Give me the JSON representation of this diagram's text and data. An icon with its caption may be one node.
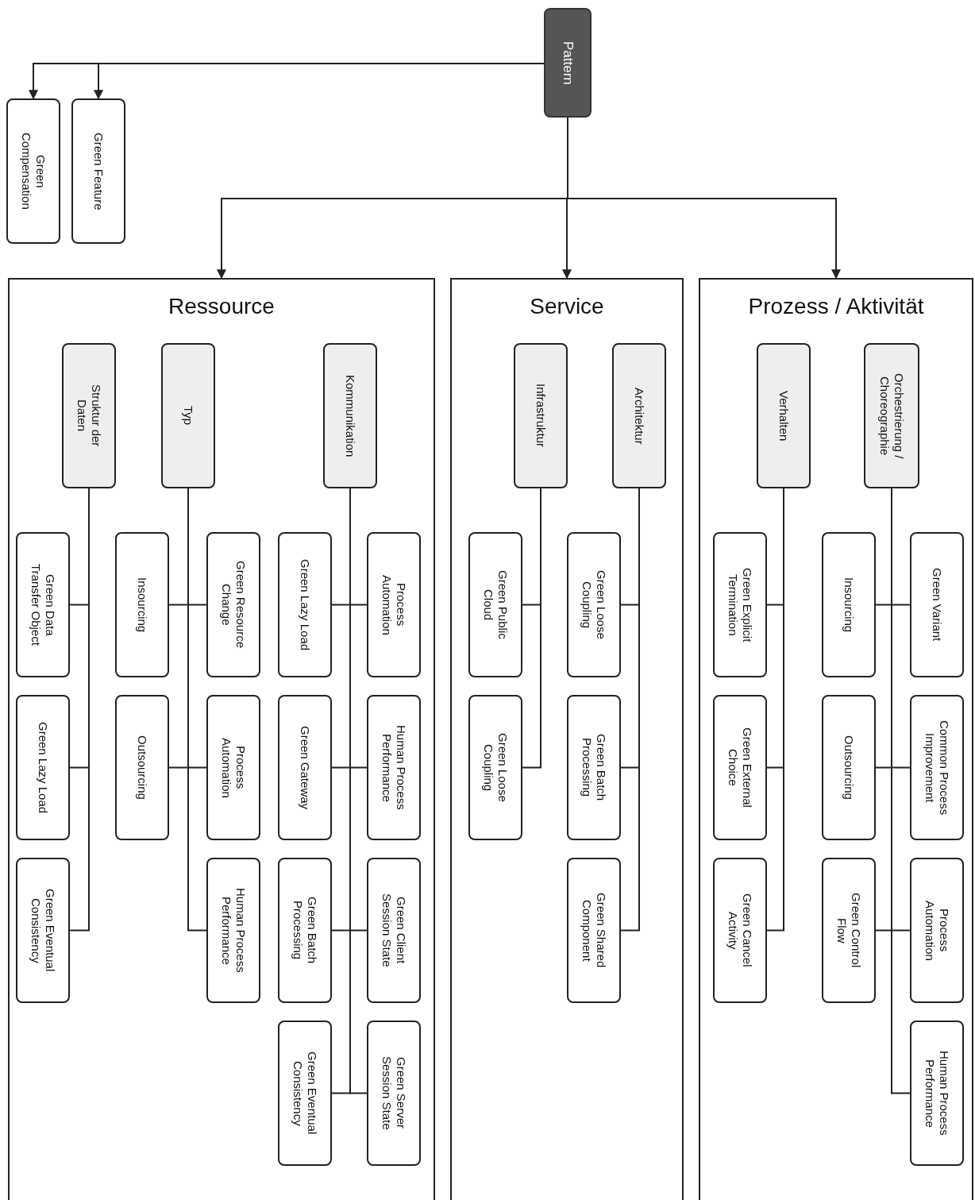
{
  "diagram": {
    "nodes": [
      {
        "text": [
          "Pattern"
        ]
      },
      {
        "text": [
          "Green Compensation"
        ]
      },
      {
        "text": [
          "Green Feature"
        ]
      },
      {
        "text": [
          "Ressource"
        ]
      },
      {
        "text": [
          "Service"
        ]
      },
      {
        "text": [
          "Prozess / Aktivität"
        ]
      },
      {
        "text": [
          "Struktur der Daten"
        ],
        "in": 3
      },
      {
        "text": [
          "Typ"
        ],
        "in": 3
      },
      {
        "text": [
          "Kommunikation"
        ],
        "in": 3
      },
      {
        "text": [
          "Green Data Transfer Object"
        ],
        "in": 3
      },
      {
        "text": [
          "Green Lazy Load"
        ],
        "in": 3
      },
      {
        "text": [
          "Green Eventual Consistency"
        ],
        "in": 3
      },
      {
        "text": [
          "Insourcing"
        ],
        "in": 3
      },
      {
        "text": [
          "Green Resource Change"
        ],
        "in": 3
      },
      {
        "text": [
          "Outsourcing"
        ],
        "in": 3
      },
      {
        "text": [
          "Process Automation"
        ],
        "in": 3
      },
      {
        "text": [
          "Human Process Performance"
        ],
        "in": 3
      },
      {
        "text": [
          "Green Lazy Load"
        ],
        "in": 3
      },
      {
        "text": [
          "Process Automation"
        ],
        "in": 3
      },
      {
        "text": [
          "Green Gateway"
        ],
        "in": 3
      },
      {
        "text": [
          "Human Process Performance"
        ],
        "in": 3
      },
      {
        "text": [
          "Green Batch Processing"
        ],
        "in": 3
      },
      {
        "text": [
          "Green Client Session State"
        ],
        "in": 3
      },
      {
        "text": [
          "Green Eventual Consistency"
        ],
        "in": 3
      },
      {
        "text": [
          "Green Server Session State"
        ],
        "in": 3
      },
      {
        "text": [
          "Infrastruktur"
        ],
        "in": 4
      },
      {
        "text": [
          "Architektur"
        ],
        "in": 4
      },
      {
        "text": [
          "Green Public Cloud"
        ],
        "in": 4
      },
      {
        "text": [
          "Green Loose Coupling"
        ],
        "in": 4
      },
      {
        "text": [
          "Green Loose Coupling"
        ],
        "in": 4
      },
      {
        "text": [
          "Green Batch Processing"
        ],
        "in": 4
      },
      {
        "text": [
          "Green Shared Component"
        ],
        "in": 4
      },
      {
        "text": [
          "Verhalten"
        ],
        "in": 5
      },
      {
        "text": [
          "Orchestrierung / Choreographie"
        ],
        "in": 5
      },
      {
        "text": [
          "Green Explicit Termination"
        ],
        "in": 5
      },
      {
        "text": [
          "Green External Choice"
        ],
        "in": 5
      },
      {
        "text": [
          "Green Cancel Activity"
        ],
        "in": 5
      },
      {
        "text": [
          "Insourcing"
        ],
        "in": 5
      },
      {
        "text": [
          "Green Variant"
        ],
        "in": 5
      },
      {
        "text": [
          "Outsourcing"
        ],
        "in": 5
      },
      {
        "text": [
          "Common Process Improvement"
        ],
        "in": 5
      },
      {
        "text": [
          "Green Control Flow"
        ],
        "in": 5
      },
      {
        "text": [
          "Process Automation"
        ],
        "in": 5
      },
      {
        "text": [
          "Human Process Performance"
        ],
        "in": 5
      }
    ],
    "edges": [
      {
        "from": 0,
        "to": 1,
        "arrow": "to"
      },
      {
        "from": 0,
        "to": 2,
        "arrow": "to"
      },
      {
        "from": 0,
        "to": 3,
        "arrow": "to"
      },
      {
        "from": 0,
        "to": 4,
        "arrow": "to"
      },
      {
        "from": 0,
        "to": 5,
        "arrow": "to"
      },
      {
        "from": 6,
        "to": 9,
        "arrow": "none"
      },
      {
        "from": 6,
        "to": 10,
        "arrow": "none"
      },
      {
        "from": 6,
        "to": 11,
        "arrow": "none"
      },
      {
        "from": 7,
        "to": 12,
        "arrow": "none"
      },
      {
        "from": 7,
        "to": 13,
        "arrow": "none"
      },
      {
        "from": 7,
        "to": 14,
        "arrow": "none"
      },
      {
        "from": 7,
        "to": 15,
        "arrow": "none"
      },
      {
        "from": 7,
        "to": 16,
        "arrow": "none"
      },
      {
        "from": 8,
        "to": 17,
        "arrow": "none"
      },
      {
        "from": 8,
        "to": 18,
        "arrow": "none"
      },
      {
        "from": 8,
        "to": 19,
        "arrow": "none"
      },
      {
        "from": 8,
        "to": 20,
        "arrow": "none"
      },
      {
        "from": 8,
        "to": 21,
        "arrow": "none"
      },
      {
        "from": 8,
        "to": 22,
        "arrow": "none"
      },
      {
        "from": 8,
        "to": 23,
        "arrow": "none"
      },
      {
        "from": 8,
        "to": 24,
        "arrow": "none"
      },
      {
        "from": 25,
        "to": 27,
        "arrow": "none"
      },
      {
        "from": 25,
        "to": 28,
        "arrow": "none"
      },
      {
        "from": 26,
        "to": 29,
        "arrow": "none"
      },
      {
        "from": 26,
        "to": 30,
        "arrow": "none"
      },
      {
        "from": 26,
        "to": 31,
        "arrow": "none"
      },
      {
        "from": 32,
        "to": 34,
        "arrow": "none"
      },
      {
        "from": 32,
        "to": 35,
        "arrow": "none"
      },
      {
        "from": 32,
        "to": 36,
        "arrow": "none"
      },
      {
        "from": 33,
        "to": 37,
        "arrow": "none"
      },
      {
        "from": 33,
        "to": 38,
        "arrow": "none"
      },
      {
        "from": 33,
        "to": 39,
        "arrow": "none"
      },
      {
        "from": 33,
        "to": 40,
        "arrow": "none"
      },
      {
        "from": 33,
        "to": 41,
        "arrow": "none"
      },
      {
        "from": 33,
        "to": 42,
        "arrow": "none"
      },
      {
        "from": 33,
        "to": 43,
        "arrow": "none"
      }
    ]
  }
}
